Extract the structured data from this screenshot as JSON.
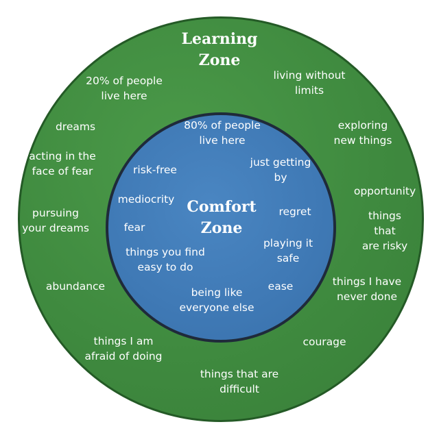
{
  "outer_zone": {
    "title": "Learning\nZone",
    "items": {
      "twenty_percent": "20% of people\nlive here",
      "living_without_limits": "living without\nlimits",
      "dreams": "dreams",
      "exploring": "exploring\nnew things",
      "acting_fear": "acting in the\nface of fear",
      "opportunity": "opportunity",
      "pursuing": "pursuing\nyour dreams",
      "risky": "things that\nare risky",
      "abundance": "abundance",
      "never_done": "things I have\nnever done",
      "afraid": "things I am\nafraid of doing",
      "courage": "courage",
      "difficult": "things that are\ndifficult"
    }
  },
  "inner_zone": {
    "title": "Comfort\nZone",
    "items": {
      "eighty_percent": "80% of people\nlive here",
      "risk_free": "risk-free",
      "just_getting_by": "just getting\nby",
      "mediocrity": "mediocrity",
      "regret": "regret",
      "fear": "fear",
      "playing_safe": "playing it\nsafe",
      "easy": "things you find\neasy to do",
      "ease": "ease",
      "like_everyone": "being like\neveryone else"
    }
  },
  "colors": {
    "outer_fill": "#3f8a3f",
    "inner_fill": "#3f79b5",
    "inner_border": "#1f2a3a",
    "text": "#ffffff"
  }
}
